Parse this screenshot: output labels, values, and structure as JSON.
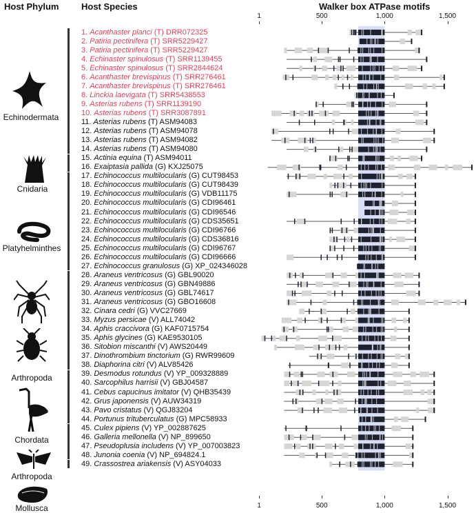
{
  "headers": {
    "host_phylum": "Host Phylum",
    "host_species": "Host Species",
    "motifs": "Walker box ATPase motifs"
  },
  "axis": {
    "ticks": [
      "1",
      "500",
      "1,000",
      "1,500"
    ],
    "tick_values": [
      1,
      500,
      1000,
      1500
    ],
    "max": 1700
  },
  "highlight": {
    "from": 790,
    "to": 1000,
    "color": "#c9d3f2"
  },
  "colors": {
    "red_label": "#e0405a",
    "box_gray": "#d6d6d6",
    "box_dark": "#1e2230",
    "line": "#555555",
    "phylum_bar": "#333333"
  },
  "phyla": [
    {
      "name": "Echinodermata",
      "icon": "starfish-icon",
      "first_row": 1,
      "last_row": 14
    },
    {
      "name": "Cnidaria",
      "icon": "sea-anemone-icon",
      "first_row": 15,
      "last_row": 16
    },
    {
      "name": "Platyhelminthes",
      "icon": "flatworm-icon",
      "first_row": 17,
      "last_row": 27
    },
    {
      "name": "Arthropoda",
      "icon": "spider-and-aphid-icon",
      "first_row": 28,
      "last_row": 38
    },
    {
      "name": "Chordata",
      "icon": "crane-icon",
      "first_row": 39,
      "last_row": 44
    },
    {
      "name": "Arthropoda",
      "icon": "moth-icon",
      "first_row": 45,
      "last_row": 48
    },
    {
      "name": "Mollusca",
      "icon": "oyster-icon",
      "first_row": 49,
      "last_row": 49
    }
  ],
  "rows": [
    {
      "num": "1.",
      "species": "Acanthaster planci",
      "tag": "(T)",
      "acc": "DRR072325",
      "red": true,
      "start": 720,
      "end": 1300
    },
    {
      "num": "2.",
      "species": "Patiria pectinifera",
      "tag": "(T)",
      "acc": "SRR5229427",
      "red": true,
      "start": 800,
      "end": 1220
    },
    {
      "num": "3.",
      "species": "Patiria pectinifera",
      "tag": "(T)",
      "acc": "SRR5229427",
      "red": true,
      "start": 200,
      "end": 1280
    },
    {
      "num": "4.",
      "species": "Echinaster spinulosus",
      "tag": "(T)",
      "acc": "SRR1139455",
      "red": true,
      "start": 220,
      "end": 1340
    },
    {
      "num": "5.",
      "species": "Echinaster spinulosus",
      "tag": "(T)",
      "acc": "SRR2844624",
      "red": true,
      "start": 220,
      "end": 1300
    },
    {
      "num": "6.",
      "species": "Acanthaster brevispinus",
      "tag": "(T)",
      "acc": "SRR276461",
      "red": true,
      "start": 190,
      "end": 1480
    },
    {
      "num": "7.",
      "species": "Acanthaster brevispinus",
      "tag": "(T)",
      "acc": "SRR276461",
      "red": true,
      "start": 600,
      "end": 1480
    },
    {
      "num": "8.",
      "species": "Linckia laevigata",
      "tag": "(T)",
      "acc": "SRR5438553",
      "red": true,
      "start": 760,
      "end": 1080
    },
    {
      "num": "9.",
      "species": "Asterias rubens",
      "tag": "(T)",
      "acc": "SRR1139190",
      "red": true,
      "start": 450,
      "end": 1340
    },
    {
      "num": "10.",
      "species": "Asterias rubens",
      "tag": "(T)",
      "acc": "SRR3087891",
      "red": true,
      "start": 100,
      "end": 1340
    },
    {
      "num": "11.",
      "species": "Asterias rubens",
      "tag": "(T)",
      "acc": "ASM94083",
      "red": false,
      "start": 220,
      "end": 1340
    },
    {
      "num": "12.",
      "species": "Asterias rubens",
      "tag": "(T)",
      "acc": "ASM94078",
      "red": false,
      "start": 100,
      "end": 1400
    },
    {
      "num": "13.",
      "species": "Asterias rubens",
      "tag": "(T)",
      "acc": "ASM94082",
      "red": false,
      "start": 100,
      "end": 1400
    },
    {
      "num": "14.",
      "species": "Asterias rubens",
      "tag": "(T)",
      "acc": "ASM94080",
      "red": false,
      "start": 220,
      "end": 1340
    },
    {
      "num": "15.",
      "species": "Actinia equina",
      "tag": "(T)",
      "acc": "ASM94011",
      "red": false,
      "start": 560,
      "end": 1300
    },
    {
      "num": "16.",
      "species": "Exaiptasia pallida",
      "tag": "(G)",
      "acc": "KXJ25075",
      "red": false,
      "start": 70,
      "end": 1700
    },
    {
      "num": "17.",
      "species": "Echinococcus multilocularis",
      "tag": "(G)",
      "acc": "CUT98453",
      "red": false,
      "start": 220,
      "end": 1250
    },
    {
      "num": "18.",
      "species": "Echinococcus multilocularis",
      "tag": "(G)",
      "acc": "CUT98439",
      "red": false,
      "start": 560,
      "end": 1250
    },
    {
      "num": "19.",
      "species": "Echinococcus multilocularis",
      "tag": "(G)",
      "acc": "VDB11175",
      "red": false,
      "start": 220,
      "end": 1250
    },
    {
      "num": "20.",
      "species": "Echinococcus multilocularis",
      "tag": "(G)",
      "acc": "CDI96461",
      "red": false,
      "start": 840,
      "end": 1250
    },
    {
      "num": "21.",
      "species": "Echinococcus multilocularis",
      "tag": "(G)",
      "acc": "CDI96546",
      "red": false,
      "start": 840,
      "end": 1250
    },
    {
      "num": "22.",
      "species": "Echinococcus multilocularis",
      "tag": "(G)",
      "acc": "CDS35651",
      "red": false,
      "start": 220,
      "end": 1250
    },
    {
      "num": "23.",
      "species": "Echinococcus multilocularis",
      "tag": "(G)",
      "acc": "CDI96766",
      "red": false,
      "start": 560,
      "end": 1250
    },
    {
      "num": "24.",
      "species": "Echinococcus multilocularis",
      "tag": "(G)",
      "acc": "CDS36816",
      "red": false,
      "start": 560,
      "end": 1250
    },
    {
      "num": "25.",
      "species": "Echinococcus multilocularis",
      "tag": "(G)",
      "acc": "CDI96767",
      "red": false,
      "start": 560,
      "end": 1250
    },
    {
      "num": "26.",
      "species": "Echinococcus multilocularis",
      "tag": "(G)",
      "acc": "CDI96666",
      "red": false,
      "start": 220,
      "end": 1250
    },
    {
      "num": "27.",
      "species": "Echinococcus granulosus",
      "tag": "(G)",
      "acc": "XP_024346028",
      "red": false,
      "start": 780,
      "end": 1000
    },
    {
      "num": "28.",
      "species": "Araneus ventricosus",
      "tag": "(G)",
      "acc": "GBL90020",
      "red": false,
      "start": 220,
      "end": 1280
    },
    {
      "num": "29.",
      "species": "Araneus ventricosus",
      "tag": "(G)",
      "acc": "GBN49886",
      "red": false,
      "start": 220,
      "end": 1280
    },
    {
      "num": "30.",
      "species": "Araneus ventricosus",
      "tag": "(G)",
      "acc": "GBL74617",
      "red": false,
      "start": 220,
      "end": 1280
    },
    {
      "num": "31.",
      "species": "Araneus ventricosus",
      "tag": "(G)",
      "acc": "GBO16608",
      "red": false,
      "start": 220,
      "end": 1650
    },
    {
      "num": "32.",
      "species": "Cinara cedri",
      "tag": "(G)",
      "acc": "VVC27669",
      "red": false,
      "start": 320,
      "end": 1200
    },
    {
      "num": "33.",
      "species": "Myzus persicae",
      "tag": "(V)",
      "acc": "ALL74042",
      "red": false,
      "start": 180,
      "end": 1200
    },
    {
      "num": "34.",
      "species": "Aphis craccivora",
      "tag": "(G)",
      "acc": "KAF0715754",
      "red": false,
      "start": 180,
      "end": 1200
    },
    {
      "num": "35.",
      "species": "Aphis glycines",
      "tag": "(G)",
      "acc": "KAE9530105",
      "red": false,
      "start": 20,
      "end": 1200
    },
    {
      "num": "36.",
      "species": "Sitobion miscanthi",
      "tag": "(V)",
      "acc": "AWS20449",
      "red": false,
      "start": 120,
      "end": 1200
    },
    {
      "num": "37.",
      "species": "Dinothrombium tinctorium",
      "tag": "(G)",
      "acc": "RWR99609",
      "red": false,
      "start": 400,
      "end": 1200
    },
    {
      "num": "38.",
      "species": "Diaphorina citri",
      "tag": "(V)",
      "acc": "ALV85426",
      "red": false,
      "start": 230,
      "end": 1200
    },
    {
      "num": "39.",
      "species": "Desmodus rotundus",
      "tag": "(V)",
      "acc": "YP_009328889",
      "red": false,
      "start": 200,
      "end": 1400
    },
    {
      "num": "40.",
      "species": "Sarcophilus harrisii",
      "tag": "(V)",
      "acc": "GBJ04587",
      "red": false,
      "start": 200,
      "end": 1400
    },
    {
      "num": "41.",
      "species": "Cebus capucinus imitator",
      "tag": "(V)",
      "acc": "QHB35439",
      "red": false,
      "start": 200,
      "end": 1400
    },
    {
      "num": "42.",
      "species": "Grus japonensis",
      "tag": "(V)",
      "acc": "AUW34319",
      "red": false,
      "start": 200,
      "end": 1400
    },
    {
      "num": "43.",
      "species": "Pavo cristatus",
      "tag": "(V)",
      "acc": "QGJ83204",
      "red": false,
      "start": 200,
      "end": 1400
    },
    {
      "num": "44.",
      "species": "Portunus trituberculatus",
      "tag": "(G)",
      "acc": "MPC58933",
      "red": false,
      "start": 800,
      "end": 1330
    },
    {
      "num": "45.",
      "species": "Culex pipiens",
      "tag": "(V)",
      "acc": "YP_002887625",
      "red": false,
      "start": 200,
      "end": 1230
    },
    {
      "num": "46.",
      "species": "Galleria mellonella",
      "tag": "(V)",
      "acc": "NP_899650",
      "red": false,
      "start": 200,
      "end": 1230
    },
    {
      "num": "47.",
      "species": "Pseudoplusia includens",
      "tag": "(V)",
      "acc": "YP_007003823",
      "red": false,
      "start": 200,
      "end": 1230
    },
    {
      "num": "48.",
      "species": "Junonia coenia",
      "tag": "(V)",
      "acc": "NP_694824.1",
      "red": false,
      "start": 200,
      "end": 1230
    },
    {
      "num": "49.",
      "species": "Crassostrea ariakensis",
      "tag": "(V)",
      "acc": "ASY04033",
      "red": false,
      "start": 560,
      "end": 1230
    }
  ]
}
